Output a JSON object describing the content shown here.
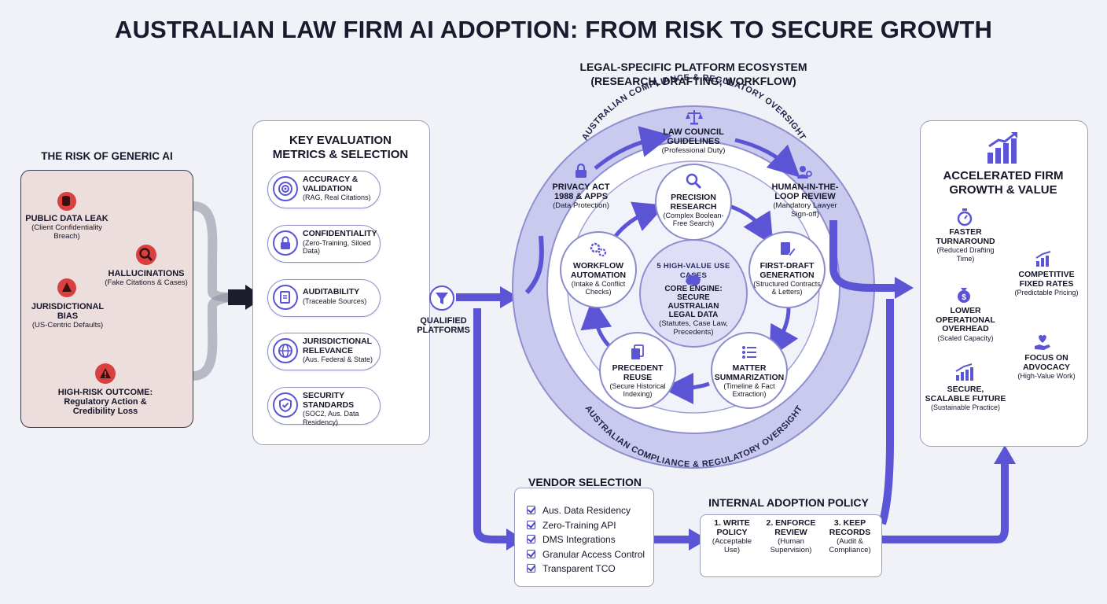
{
  "title": "AUSTRALIAN LAW FIRM AI ADOPTION: FROM RISK TO SECURE GROWTH",
  "colors": {
    "accent": "#5b55d6",
    "risk_panel": "#ecdedc",
    "risk_icon": "#d94040",
    "ring": "#c5c6ec"
  },
  "risk": {
    "heading": "THE RISK OF GENERIC AI",
    "items": [
      {
        "label": "PUBLIC DATA LEAK",
        "sub": "(Client Confidentiality Breach)",
        "icon": "database-warning-icon"
      },
      {
        "label": "HALLUCINATIONS",
        "sub": "(Fake Citations & Cases)",
        "icon": "magnifier-error-icon"
      },
      {
        "label": "JURISDICTIONAL BIAS",
        "sub": "(US-Centric Defaults)",
        "icon": "map-warning-icon"
      },
      {
        "label": "HIGH-RISK OUTCOME:",
        "sub": "Regulatory Action & Credibility Loss",
        "icon": "warning-triangle-icon"
      }
    ]
  },
  "metrics": {
    "heading": "KEY EVALUATION METRICS & SELECTION",
    "items": [
      {
        "label": "ACCURACY & VALIDATION",
        "sub": "(RAG, Real Citations)",
        "icon": "target-icon"
      },
      {
        "label": "CONFIDENTIALITY",
        "sub": "(Zero-Training, Siloed Data)",
        "icon": "lock-icon"
      },
      {
        "label": "AUDITABILITY",
        "sub": "(Traceable Sources)",
        "icon": "document-edit-icon"
      },
      {
        "label": "JURISDICTIONAL RELEVANCE",
        "sub": "(Aus. Federal & State)",
        "icon": "globe-icon"
      },
      {
        "label": "SECURITY STANDARDS",
        "sub": "(SOC2, Aus. Data Residency)",
        "icon": "shield-check-icon"
      }
    ],
    "filter_label": "QUALIFIED PLATFORMS"
  },
  "ecosystem": {
    "heading": "LEGAL-SPECIFIC PLATFORM ECOSYSTEM (RESEARCH, DRAFTING, WORKFLOW)",
    "arc_label_top": "AUSTRALIAN COMPLIANCE & REGULATORY OVERSIGHT",
    "arc_label_bottom": "AUSTRALIAN COMPLIANCE & REGULATORY OVERSIGHT",
    "outer": [
      {
        "label": "PRIVACY ACT 1988 & APPs",
        "sub": "(Data Protection)",
        "icon": "lock-icon"
      },
      {
        "label": "LAW COUNCIL GUIDELINES",
        "sub": "(Professional Duty)",
        "icon": "scales-icon"
      },
      {
        "label": "HUMAN-IN-THE-LOOP REVIEW",
        "sub": "(Mandatory Lawyer Sign-off)",
        "icon": "person-review-icon"
      }
    ],
    "use_cases_label": "5 HIGH-VALUE USE CASES",
    "core": {
      "label": "CORE ENGINE: SECURE AUSTRALIAN LEGAL DATA",
      "sub": "(Statutes, Case Law, Precedents)",
      "icon": "australia-map-icon"
    },
    "nodes": [
      {
        "label": "PRECISION RESEARCH",
        "sub": "(Complex Boolean-Free Search)",
        "icon": "search-icon"
      },
      {
        "label": "FIRST-DRAFT GENERATION",
        "sub": "(Structured Contracts & Letters)",
        "icon": "document-pen-icon"
      },
      {
        "label": "MATTER SUMMARIZATION",
        "sub": "(Timeline & Fact Extraction)",
        "icon": "list-icon"
      },
      {
        "label": "PRECEDENT REUSE",
        "sub": "(Secure Historical Indexing)",
        "icon": "documents-icon"
      },
      {
        "label": "WORKFLOW AUTOMATION",
        "sub": "(Intake & Conflict Checks)",
        "icon": "gears-icon"
      }
    ]
  },
  "growth": {
    "heading": "ACCELERATED FIRM GROWTH & VALUE",
    "icon": "bar-chart-up-icon",
    "items": [
      {
        "label": "FASTER TURNAROUND",
        "sub": "(Reduced Drafting Time)",
        "icon": "stopwatch-icon"
      },
      {
        "label": "COMPETITIVE FIXED RATES",
        "sub": "(Predictable Pricing)",
        "icon": "chart-up-icon"
      },
      {
        "label": "LOWER OPERATIONAL OVERHEAD",
        "sub": "(Scaled Capacity)",
        "icon": "money-bag-icon"
      },
      {
        "label": "FOCUS ON ADVOCACY",
        "sub": "(High-Value Work)",
        "icon": "heart-hand-icon"
      },
      {
        "label": "SECURE, SCALABLE FUTURE",
        "sub": "(Sustainable Practice)",
        "icon": "growth-chart-icon"
      }
    ]
  },
  "vendor": {
    "heading": "VENDOR SELECTION FRAMEWORK",
    "items": [
      "Aus. Data Residency",
      "Zero-Training API",
      "DMS Integrations",
      "Granular Access Control",
      "Transparent TCO"
    ]
  },
  "policy": {
    "heading": "INTERNAL ADOPTION POLICY",
    "steps": [
      {
        "label": "1. WRITE POLICY",
        "sub": "(Acceptable Use)"
      },
      {
        "label": "2. ENFORCE REVIEW",
        "sub": "(Human Supervision)"
      },
      {
        "label": "3. KEEP RECORDS",
        "sub": "(Audit & Compliance)"
      }
    ]
  }
}
